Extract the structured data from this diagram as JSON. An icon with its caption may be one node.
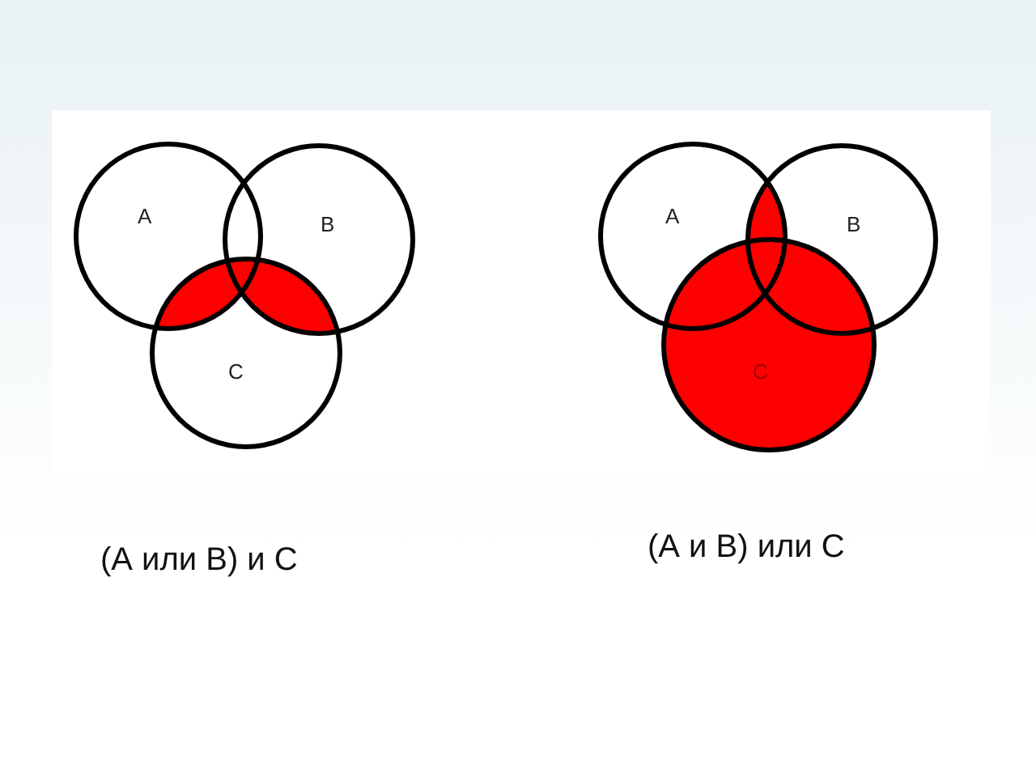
{
  "diagram": {
    "nodes": [
      {
        "text": [
          "A"
        ]
      },
      {
        "text": [
          "B"
        ]
      },
      {
        "text": [
          "C"
        ]
      },
      {
        "text": [
          "A"
        ]
      },
      {
        "text": [
          "B"
        ]
      },
      {
        "text": [
          "C"
        ]
      }
    ],
    "labels": [
      "(А или В) и С",
      "(А и В) или С"
    ]
  }
}
